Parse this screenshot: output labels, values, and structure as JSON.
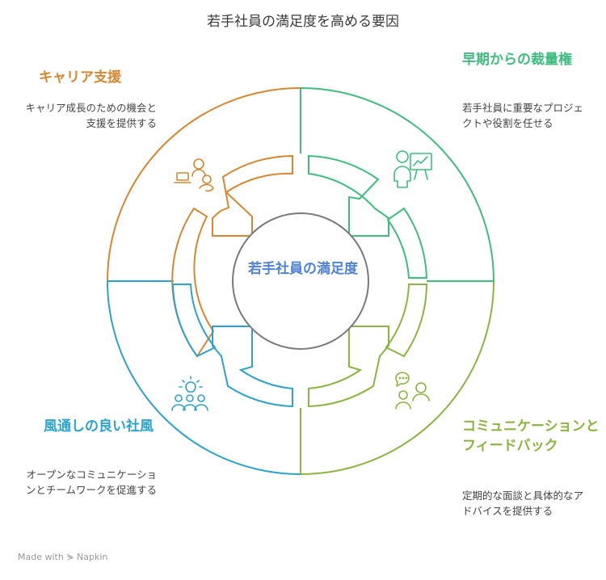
{
  "title": "若手社員の満足度を高める要因",
  "center": "若手社員の満足度",
  "colors": {
    "orange": "#D9862F",
    "green": "#3DBE7E",
    "olive": "#8BB53F",
    "blue": "#2BA3CF",
    "center_text": "#4F83D9",
    "ring": "#7A7A7A"
  },
  "factors": {
    "career": {
      "heading": "キャリア支援",
      "description": "キャリア成長のための機会と支援を提供する",
      "icon": "people-support-icon"
    },
    "responsibility": {
      "heading": "早期からの裁量権",
      "description": "若手社員に重要なプロジェクトや役割を任せる",
      "icon": "presenter-chart-icon"
    },
    "communication": {
      "heading": "コミュニケーションとフィードバック",
      "description": "定期的な面談と具体的なアドバイスを提供する",
      "icon": "conversation-icon"
    },
    "culture": {
      "heading": "風通しの良い社風",
      "description": "オープンなコミュニケーションとチームワークを促進する",
      "icon": "team-group-icon"
    }
  },
  "footer": "Made with ⋟ Napkin"
}
